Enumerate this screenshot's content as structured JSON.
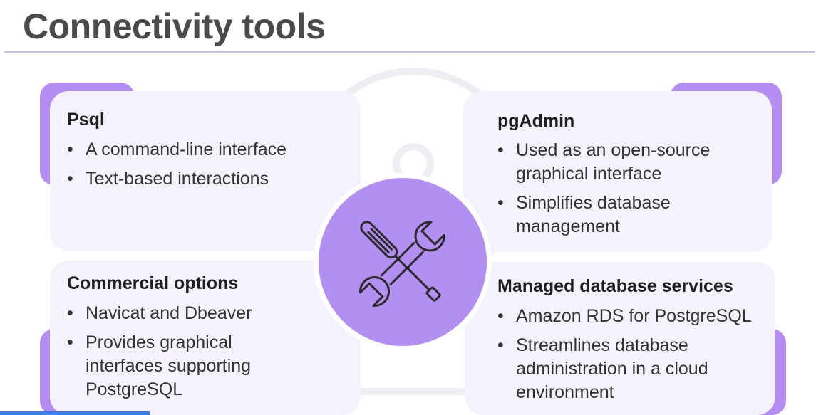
{
  "page": {
    "title": "Connectivity tools"
  },
  "colors": {
    "accent": "#b48cf2",
    "card_bg": "#f6f2fc",
    "hub": "#b48ff2",
    "progress": "#3d7ee8"
  },
  "icons": {
    "center": "tools-icon"
  },
  "cards": {
    "psql": {
      "title": "Psql",
      "bullets": [
        "A command-line interface",
        "Text-based interactions"
      ]
    },
    "pgadmin": {
      "title": "pgAdmin",
      "bullets": [
        "Used as an open-source graphical interface",
        "Simplifies database management"
      ]
    },
    "commercial": {
      "title": "Commercial options",
      "bullets": [
        "Navicat and Dbeaver",
        "Provides graphical interfaces supporting PostgreSQL"
      ]
    },
    "managed": {
      "title": "Managed database services",
      "bullets": [
        "Amazon RDS for PostgreSQL",
        "Streamlines database administration in a cloud environment"
      ]
    }
  }
}
